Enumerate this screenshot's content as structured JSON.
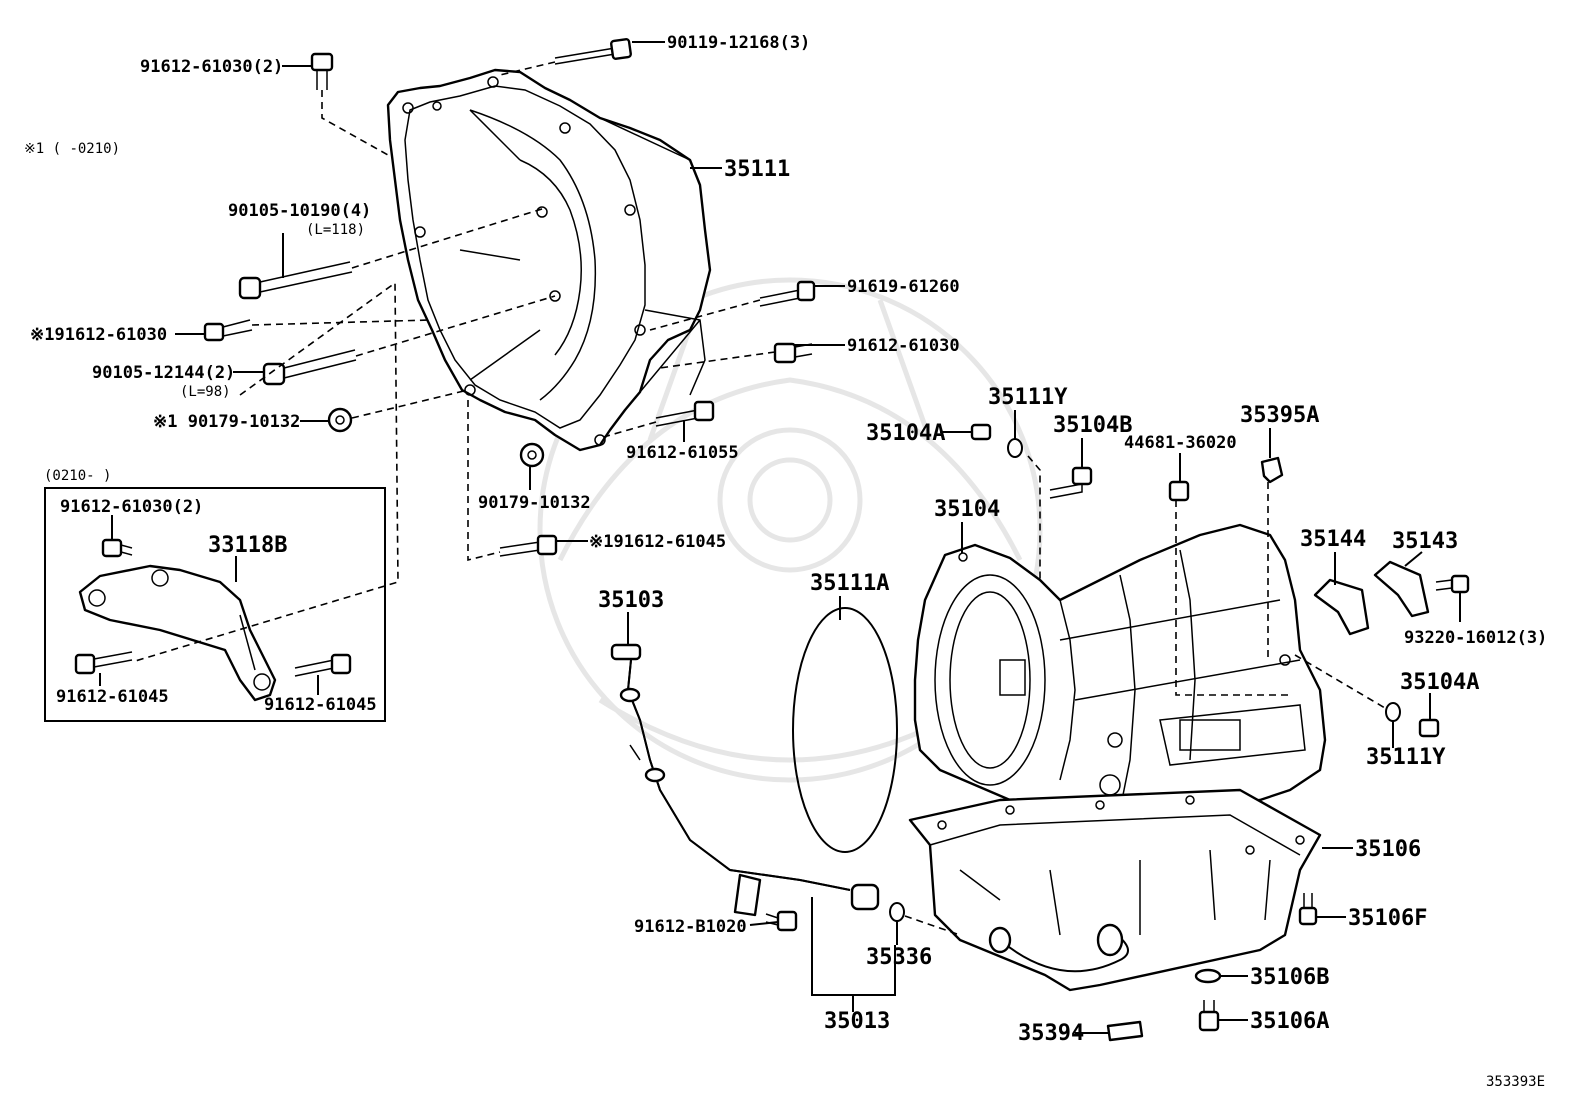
{
  "diagram_id": "353393E",
  "notes": {
    "note1": "※1 (      -0210)",
    "box_header": "(0210-      )"
  },
  "labels": {
    "p_90119_12168": "90119-12168(3)",
    "p_91612_61030_2_top": "91612-61030(2)",
    "p_35111": "35111",
    "p_90105_10190": "90105-10190(4)",
    "p_90105_10190_len": "(L=118)",
    "p_91612_61030_note": "※191612-61030",
    "p_90105_12144": "90105-12144(2)",
    "p_90105_12144_len": "(L=98)",
    "p_90179_10132_note": "※1 90179-10132",
    "p_91619_61260": "91619-61260",
    "p_91612_61030_right": "91612-61030",
    "p_91612_61055": "91612-61055",
    "p_90179_10132": "90179-10132",
    "p_91612_61045_note": "※191612-61045",
    "p_91612_61030_2_box": "91612-61030(2)",
    "p_33118B": "33118B",
    "p_91612_61045_a": "91612-61045",
    "p_91612_61045_b": "91612-61045",
    "p_35104A_top": "35104A",
    "p_35111Y_top": "35111Y",
    "p_35104B": "35104B",
    "p_44681_36020": "44681-36020",
    "p_35395A": "35395A",
    "p_35104": "35104",
    "p_35111A": "35111A",
    "p_35103": "35103",
    "p_35144": "35144",
    "p_35143": "35143",
    "p_93220_16012": "93220-16012(3)",
    "p_35104A_right": "35104A",
    "p_35111Y_right": "35111Y",
    "p_35106": "35106",
    "p_35106F": "35106F",
    "p_91612_B1020": "91612-B1020",
    "p_35336": "35336",
    "p_35106B": "35106B",
    "p_35106A": "35106A",
    "p_35013": "35013",
    "p_35394": "35394"
  }
}
